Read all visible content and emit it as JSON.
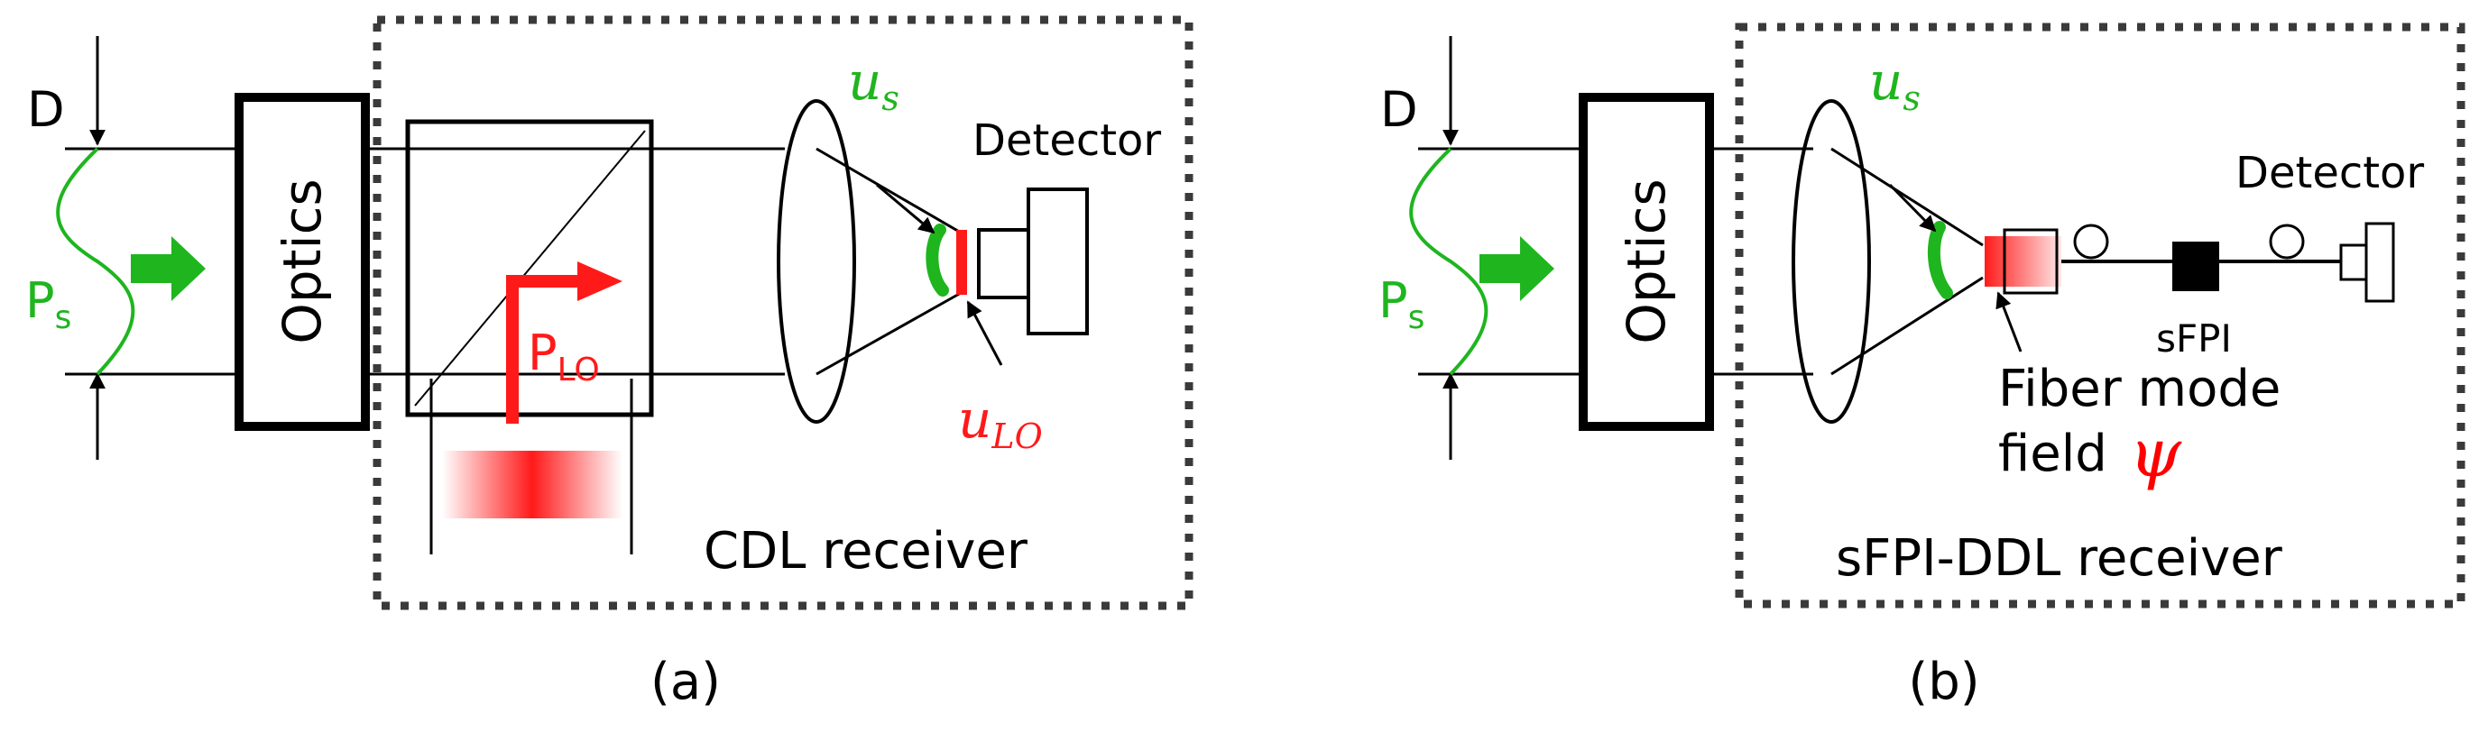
{
  "colors": {
    "line": "#000000",
    "signal_green": "#1fb51f",
    "lo_red": "#ff1a1a",
    "psi_red": "#ff0000",
    "dotted_border": "#3a3a3a",
    "background": "#ffffff"
  },
  "panel_a": {
    "aperture_label": "D",
    "optics_label": "Optics",
    "signal_power": {
      "base": "P",
      "sub": "s"
    },
    "lo_power": {
      "base": "P",
      "sub": "LO"
    },
    "signal_field": {
      "base": "u",
      "sub": "s"
    },
    "lo_field": {
      "base": "u",
      "sub": "LO"
    },
    "detector_label": "Detector",
    "receiver_label": "CDL receiver",
    "caption": "(a)"
  },
  "panel_b": {
    "aperture_label": "D",
    "optics_label": "Optics",
    "signal_power": {
      "base": "P",
      "sub": "s"
    },
    "signal_field": {
      "base": "u",
      "sub": "s"
    },
    "detector_label": "Detector",
    "sfpi_label": "sFPI",
    "fiber_mode_line1": "Fiber mode",
    "fiber_mode_line2": "field",
    "psi_symbol": "ψ",
    "receiver_label": "sFPI-DDL receiver",
    "caption": "(b)"
  }
}
